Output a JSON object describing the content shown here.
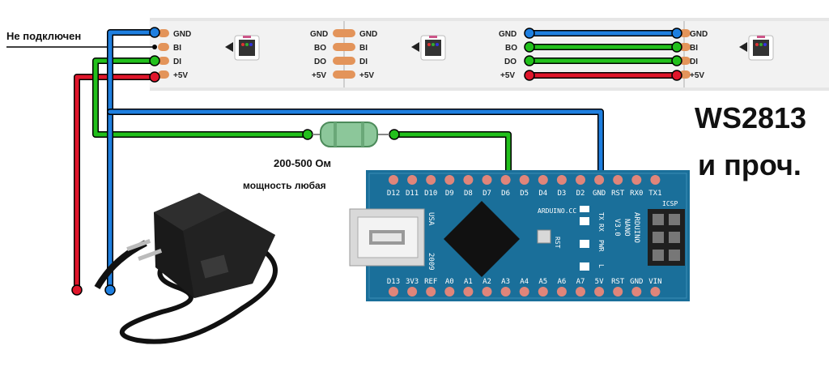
{
  "labels": {
    "not_connected": "Не подключен",
    "strip_model_line1": "WS2813",
    "strip_model_line2": "и проч.",
    "resistor_value": "200-500 Ом",
    "resistor_power": "мощность любая"
  },
  "strip": {
    "left_pads": [
      "GND",
      "BI",
      "DI",
      "+5V"
    ],
    "right_pads_group1": [
      "GND",
      "BO",
      "DO",
      "+5V"
    ],
    "right_pads_group2": [
      "GND",
      "BO",
      "DO",
      "+5V"
    ],
    "left_pads_group2": [
      "GND",
      "BI",
      "DI",
      "+5V"
    ],
    "left_pads_group3": [
      "GND",
      "BI",
      "DI",
      "+5V"
    ]
  },
  "board": {
    "top_pins": [
      "D12",
      "D11",
      "D10",
      "D9",
      "D8",
      "D7",
      "D6",
      "D5",
      "D4",
      "D3",
      "D2",
      "GND",
      "RST",
      "RX0",
      "TX1"
    ],
    "bottom_pins": [
      "D13",
      "3V3",
      "REF",
      "A0",
      "A1",
      "A2",
      "A3",
      "A4",
      "A5",
      "A6",
      "A7",
      "5V",
      "RST",
      "GND",
      "VIN"
    ],
    "usa": "USA",
    "year": "2009",
    "brand": "ARDUINO.CC",
    "rst": "RST",
    "icsp": "ICSP",
    "model": [
      "ARDUINO",
      "NANO",
      "V3.0"
    ],
    "led_tx": "TX",
    "led_rx": "RX",
    "led_pwr": "PWR",
    "led_l": "L"
  },
  "colors": {
    "wire_gnd": "#1e7fe0",
    "wire_data": "#22c01c",
    "wire_power": "#e0162b",
    "board": "#1a6f9a",
    "pad": "#e0857a",
    "strip_pad": "#e3945a"
  }
}
